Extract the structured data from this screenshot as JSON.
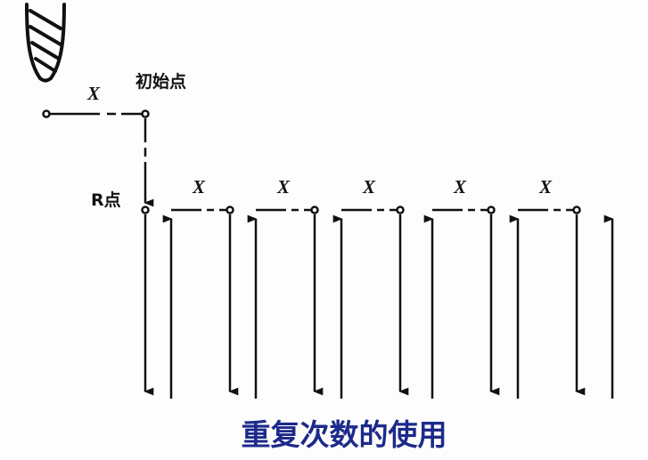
{
  "labels": {
    "x": "X",
    "start_point": "初始点",
    "r_point": "R点"
  },
  "caption": "重复次数的使用",
  "colors": {
    "line": "#111111",
    "caption": "#1d2a8a"
  }
}
